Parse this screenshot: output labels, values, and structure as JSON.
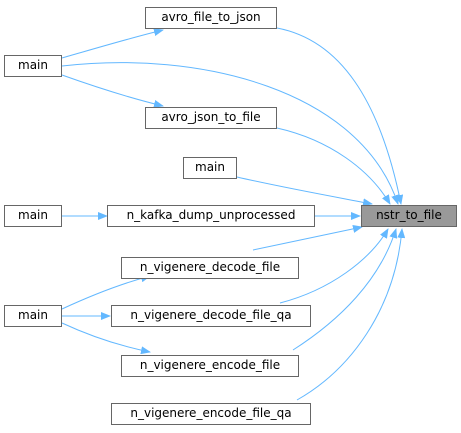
{
  "graph": {
    "focus": "nstr_to_file",
    "callers": [
      "avro_file_to_json",
      "avro_json_to_file",
      "main",
      "n_kafka_dump_unprocessed",
      "n_vigenere_decode_file",
      "n_vigenere_decode_file_qa",
      "n_vigenere_encode_file",
      "n_vigenere_encode_file_qa"
    ],
    "second_level": {
      "main_1": "main",
      "main_2": "main",
      "main_3": "main"
    },
    "edge_color": "#63b8ff",
    "focus_fill": "#999999",
    "node_border": "#666666"
  }
}
